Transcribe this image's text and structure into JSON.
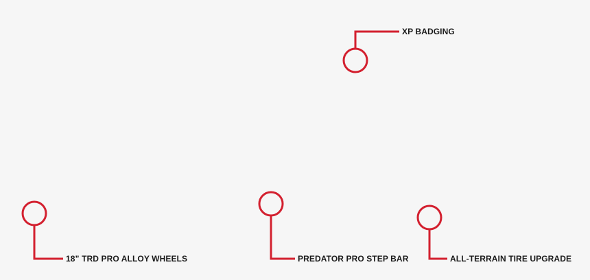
{
  "accent_color": "#d3202f",
  "callouts": [
    {
      "id": "xp-badging",
      "label": "XP BADGING"
    },
    {
      "id": "trd-pro-alloy-wheels",
      "label": "18” TRD PRO ALLOY WHEELS"
    },
    {
      "id": "predator-pro-step-bar",
      "label": "PREDATOR PRO STEP BAR"
    },
    {
      "id": "all-terrain-tire-upgrade",
      "label": "ALL-TERRAIN TIRE UPGRADE"
    }
  ]
}
